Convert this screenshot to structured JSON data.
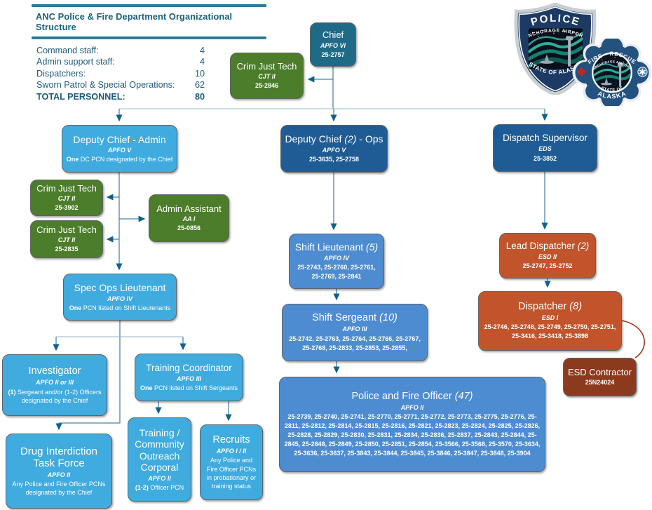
{
  "title_block": {
    "title": "ANC Police & Fire Department Organizational Structure",
    "stats": [
      {
        "label": "Command staff:",
        "value": "4"
      },
      {
        "label": "Admin support staff:",
        "value": "4"
      },
      {
        "label": "Dispatchers:",
        "value": "10"
      },
      {
        "label": "Sworn Patrol & Special Operations:",
        "value": "62"
      },
      {
        "label": "TOTAL PERSONNEL:",
        "value": "80"
      }
    ]
  },
  "colors": {
    "command_teal": "#1E6A87",
    "admin_support_green": "#4C7D2B",
    "admin_branch_light_blue": "#3FABDF",
    "ops_dark_blue": "#1F5C95",
    "patrol_medium_blue": "#4E8CD2",
    "dispatch_orange": "#C2542C",
    "contractor_rust": "#8B3A1E",
    "connector_line": "#4A85A8",
    "connector_curve": "#9C3A1F",
    "title_text": "#18607F"
  },
  "nodes": {
    "chief": {
      "title": "Chief",
      "subtitle": "APFO VI",
      "pcns": "25-2757"
    },
    "crim_just_tech_top": {
      "title": "Crim Just Tech",
      "subtitle": "CJT II",
      "pcns": "25-2846"
    },
    "deputy_chief_admin": {
      "title": "Deputy Chief - Admin",
      "subtitle": "APFO V",
      "note_bold": "One",
      "note": " DC PCN designated by the Chief"
    },
    "deputy_chief_ops": {
      "title_pre": "Deputy Chief ",
      "count": "(2)",
      "title_post": " - Ops",
      "subtitle": "APFO V",
      "pcns": "25-3635, 25-2758"
    },
    "dispatch_supervisor": {
      "title": "Dispatch Supervisor",
      "subtitle": "EDS",
      "pcns": "25-3852"
    },
    "crim_just_tech_1": {
      "title": "Crim Just Tech",
      "subtitle": "CJT II",
      "pcns": "25-3902"
    },
    "crim_just_tech_2": {
      "title": "Crim Just Tech",
      "subtitle": "CJT II",
      "pcns": "25-2835"
    },
    "admin_assistant": {
      "title": "Admin Assistant",
      "subtitle": "AA I",
      "pcns": "25-0856"
    },
    "spec_ops_lieutenant": {
      "title": "Spec Ops Lieutenant",
      "subtitle": "APFO IV",
      "note_bold": "One",
      "note": " PCN listed on Shift Lieutenants"
    },
    "investigator": {
      "title": "Investigator",
      "subtitle": "APFO II or III",
      "note_bold": "(1)",
      "note": " Sergeant and/or (1-2) Officers designated by the Chief"
    },
    "training_coordinator": {
      "title": "Training Coordinator",
      "subtitle": "APFO III",
      "note_bold": "One",
      "note": " PCN listed on Shift Sergeants"
    },
    "drug_interdiction_task_force": {
      "title": "Drug Interdiction Task Force",
      "subtitle": "APFO II",
      "note_bold": "",
      "note": "Any Police and Fire Officer PCNs designated by the Chief"
    },
    "training_community_outreach_corporal": {
      "title": "Training / Community Outreach Corporal",
      "subtitle": "APFO II",
      "note_bold": "(1-2)",
      "note": " Officer PCN"
    },
    "recruits": {
      "title": "Recruits",
      "subtitle": "APFO I / II",
      "note_bold": "",
      "note": "Any Police and Fire Officer PCNs in probationary or training status"
    },
    "shift_lieutenant": {
      "title": "Shift Lieutenant ",
      "count": "(5)",
      "subtitle": "APFO IV",
      "pcns": "25-2743, 25-2760, 25-2761, 25-2769, 25-2841"
    },
    "shift_sergeant": {
      "title": "Shift Sergeant ",
      "count": "(10)",
      "subtitle": "APFO III",
      "pcns": "25-2742, 25-2763, 25-2764, 25-2766, 25-2767, 25-2768, 25-2833, 25-2853, 25-2855,"
    },
    "police_and_fire_officer": {
      "title": "Police and Fire Officer ",
      "count": "(47)",
      "subtitle": "APFO II",
      "pcns": "25-2739, 25-2740, 25-2741, 25-2770, 25-2771, 25-2772, 25-2773, 25-2775, 25-2776, 25-2811, 25-2812, 25-2814, 25-2815, 25-2816, 25-2821, 25-2823, 25-2824, 25-2825, 25-2826, 25-2828, 25-2829, 25-2830, 25-2831, 25-2834, 25-2836, 25-2837, 25-2843, 25-2844, 25-2845, 25-2848, 25-2849, 25-2850, 25-2851, 25-2854, 25-3566, 25-3568, 25-3570, 25-3634, 25-3636, 25-3637, 25-3843, 25-3844, 25-3845, 25-3846, 25-3847, 25-3848, 25-3904"
    },
    "lead_dispatcher": {
      "title": "Lead Dispatcher ",
      "count": "(2)",
      "subtitle": "ESD II",
      "pcns": "25-2747, 25-2752"
    },
    "dispatcher": {
      "title": "Dispatcher ",
      "count": "(8)",
      "subtitle": "ESD I",
      "pcns": "25-2746, 25-2748, 25-2749, 25-2750, 25-2751, 25-3416, 25-3418, 25-3898"
    },
    "esd_contractor": {
      "title": "ESD Contractor",
      "pcns": "25N24024"
    }
  },
  "badges": {
    "police": {
      "top": "POLICE",
      "arc": "ANCHORAGE AIRPORT",
      "bottom": "STATE OF ALASKA"
    },
    "fire": {
      "top": "FIRE • RESCUE",
      "arc": "ANCHORAGE AIRPORT",
      "bottom1": "STATE OF",
      "bottom2": "ALASKA"
    }
  }
}
